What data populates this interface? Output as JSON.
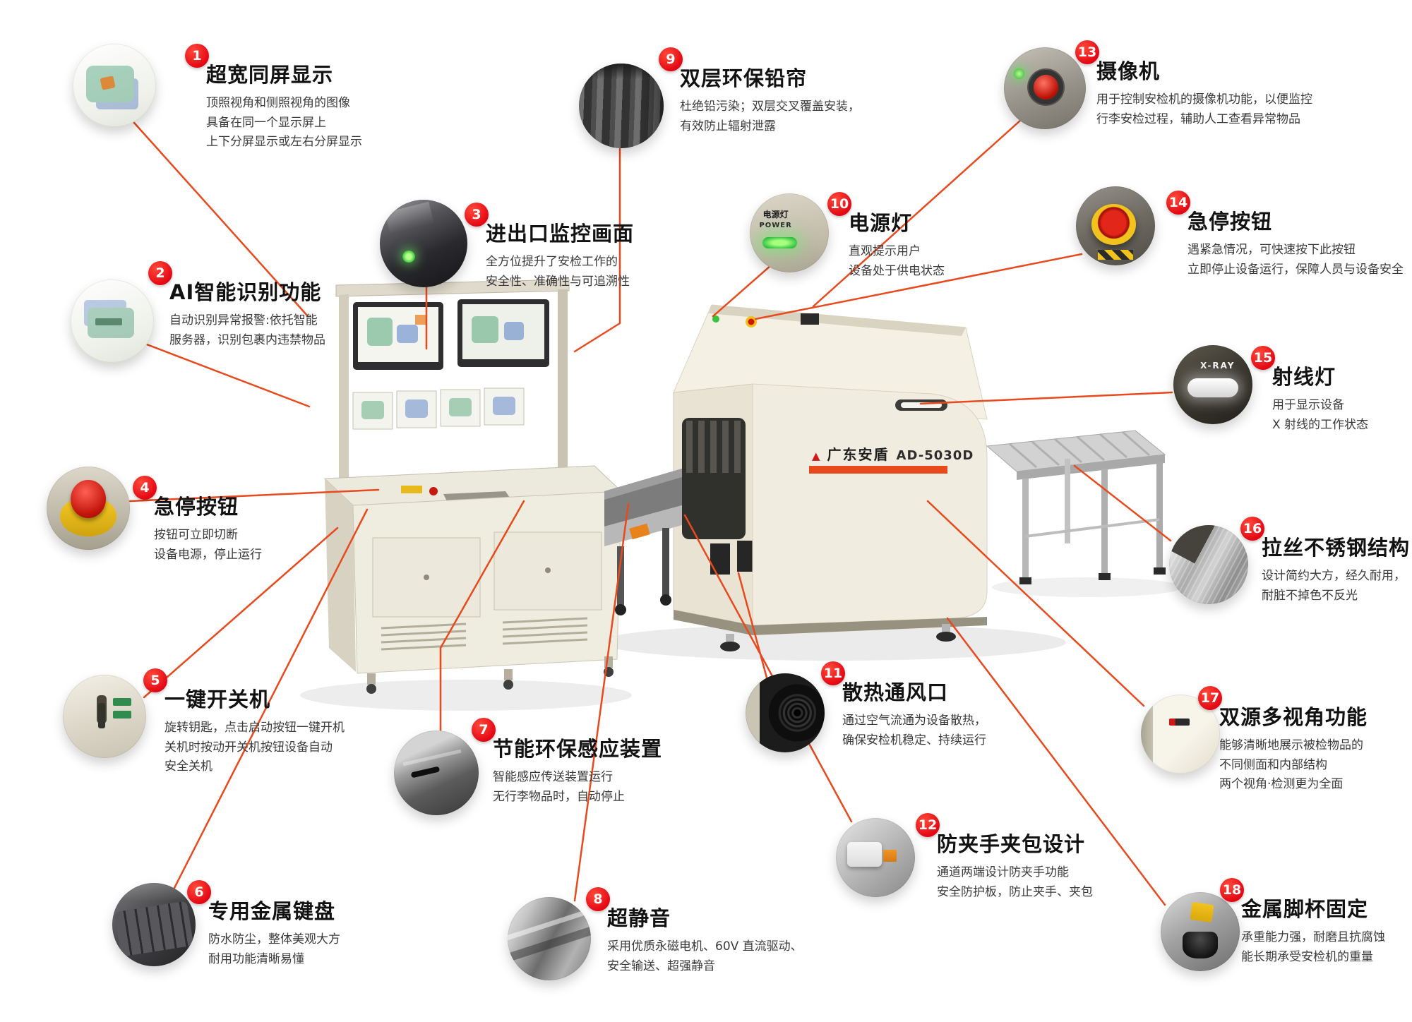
{
  "colors": {
    "accent": "#e8491d",
    "badge": "#e30613",
    "title": "#121212",
    "desc": "#3a3a3a"
  },
  "machine": {
    "brand": "广东安盾",
    "model": "AD-5030D"
  },
  "photo_labels": {
    "power_cn": "电源灯",
    "power_en": "POWER",
    "xray": "X-RAY"
  },
  "callouts": [
    {
      "number": "1",
      "title": "超宽同屏显示",
      "desc": "顶照视角和侧照视角的图像\n具备在同一个显示屏上\n上下分屏显示或左右分屏显示"
    },
    {
      "number": "2",
      "title": "AI智能识别功能",
      "desc": "自动识别异常报警:依托智能\n服务器，识别包裹内违禁物品"
    },
    {
      "number": "3",
      "title": "进出口监控画面",
      "desc": "全方位提升了安检工作的\n安全性、准确性与可追溯性"
    },
    {
      "number": "4",
      "title": "急停按钮",
      "desc": "按钮可立即切断\n设备电源，停止运行"
    },
    {
      "number": "5",
      "title": "一键开关机",
      "desc": "旋转钥匙，点击启动按钮一键开机\n关机时按动开关机按钮设备自动\n安全关机"
    },
    {
      "number": "6",
      "title": "专用金属键盘",
      "desc": "防水防尘，整体美观大方\n耐用功能清晰易懂"
    },
    {
      "number": "7",
      "title": "节能环保感应装置",
      "desc": "智能感应传送装置运行\n无行李物品时，自动停止"
    },
    {
      "number": "8",
      "title": "超静音",
      "desc": "采用优质永磁电机、60V 直流驱动、\n安全输送、超强静音"
    },
    {
      "number": "9",
      "title": "双层环保铅帘",
      "desc": "杜绝铅污染；双层交叉覆盖安装，\n有效防止辐射泄露"
    },
    {
      "number": "10",
      "title": "电源灯",
      "desc": "直观提示用户\n设备处于供电状态"
    },
    {
      "number": "11",
      "title": "散热通风口",
      "desc": "通过空气流通为设备散热，\n确保安检机稳定、持续运行"
    },
    {
      "number": "12",
      "title": "防夹手夹包设计",
      "desc": "通道两端设计防夹手功能\n安全防护板，防止夹手、夹包"
    },
    {
      "number": "13",
      "title": "摄像机",
      "desc": "用于控制安检机的摄像机功能，以便监控\n行李安检过程，辅助人工查看异常物品"
    },
    {
      "number": "14",
      "title": "急停按钮",
      "desc": "遇紧急情况，可快速按下此按钮\n立即停止设备运行，保障人员与设备安全"
    },
    {
      "number": "15",
      "title": "射线灯",
      "desc": "用于显示设备\nX 射线的工作状态"
    },
    {
      "number": "16",
      "title": "拉丝不锈钢结构",
      "desc": "设计简约大方，经久耐用，\n耐脏不掉色不反光"
    },
    {
      "number": "17",
      "title": "双源多视角功能",
      "desc": "能够清晰地展示被检物品的\n不同侧面和内部结构\n两个视角·检测更为全面"
    },
    {
      "number": "18",
      "title": "金属脚杯固定",
      "desc": "承重能力强，耐磨且抗腐蚀\n能长期承受安检机的重量"
    }
  ]
}
